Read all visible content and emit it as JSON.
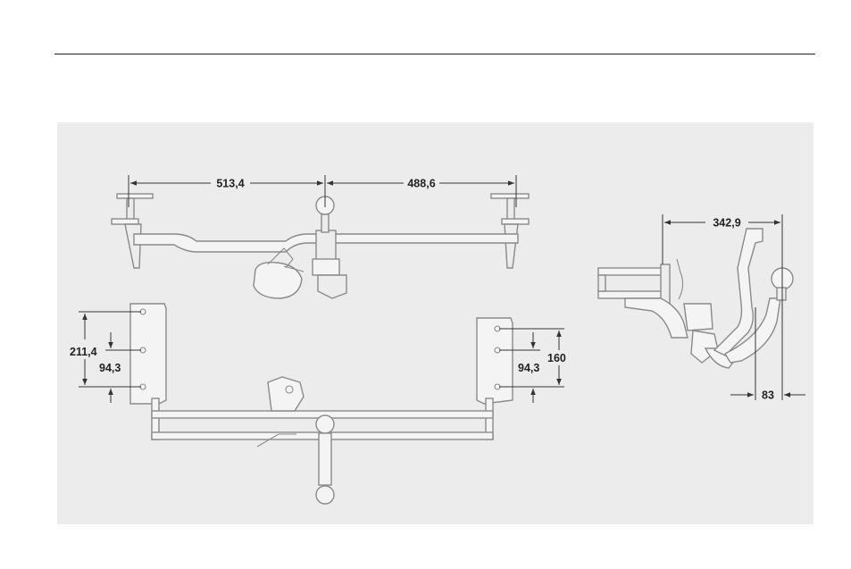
{
  "dimensions": {
    "top_left_span": "513,4",
    "top_right_span": "488,6",
    "side_length": "342,9",
    "side_offset": "83",
    "left_outer_spacing": "211,4",
    "left_inner_spacing": "94,3",
    "right_outer_spacing": "160",
    "right_inner_spacing": "94,3"
  },
  "colors": {
    "background": "#ffffff",
    "panel": "#ececec",
    "line_art": "#8a8a8a",
    "dimension_lines": "#333333"
  }
}
